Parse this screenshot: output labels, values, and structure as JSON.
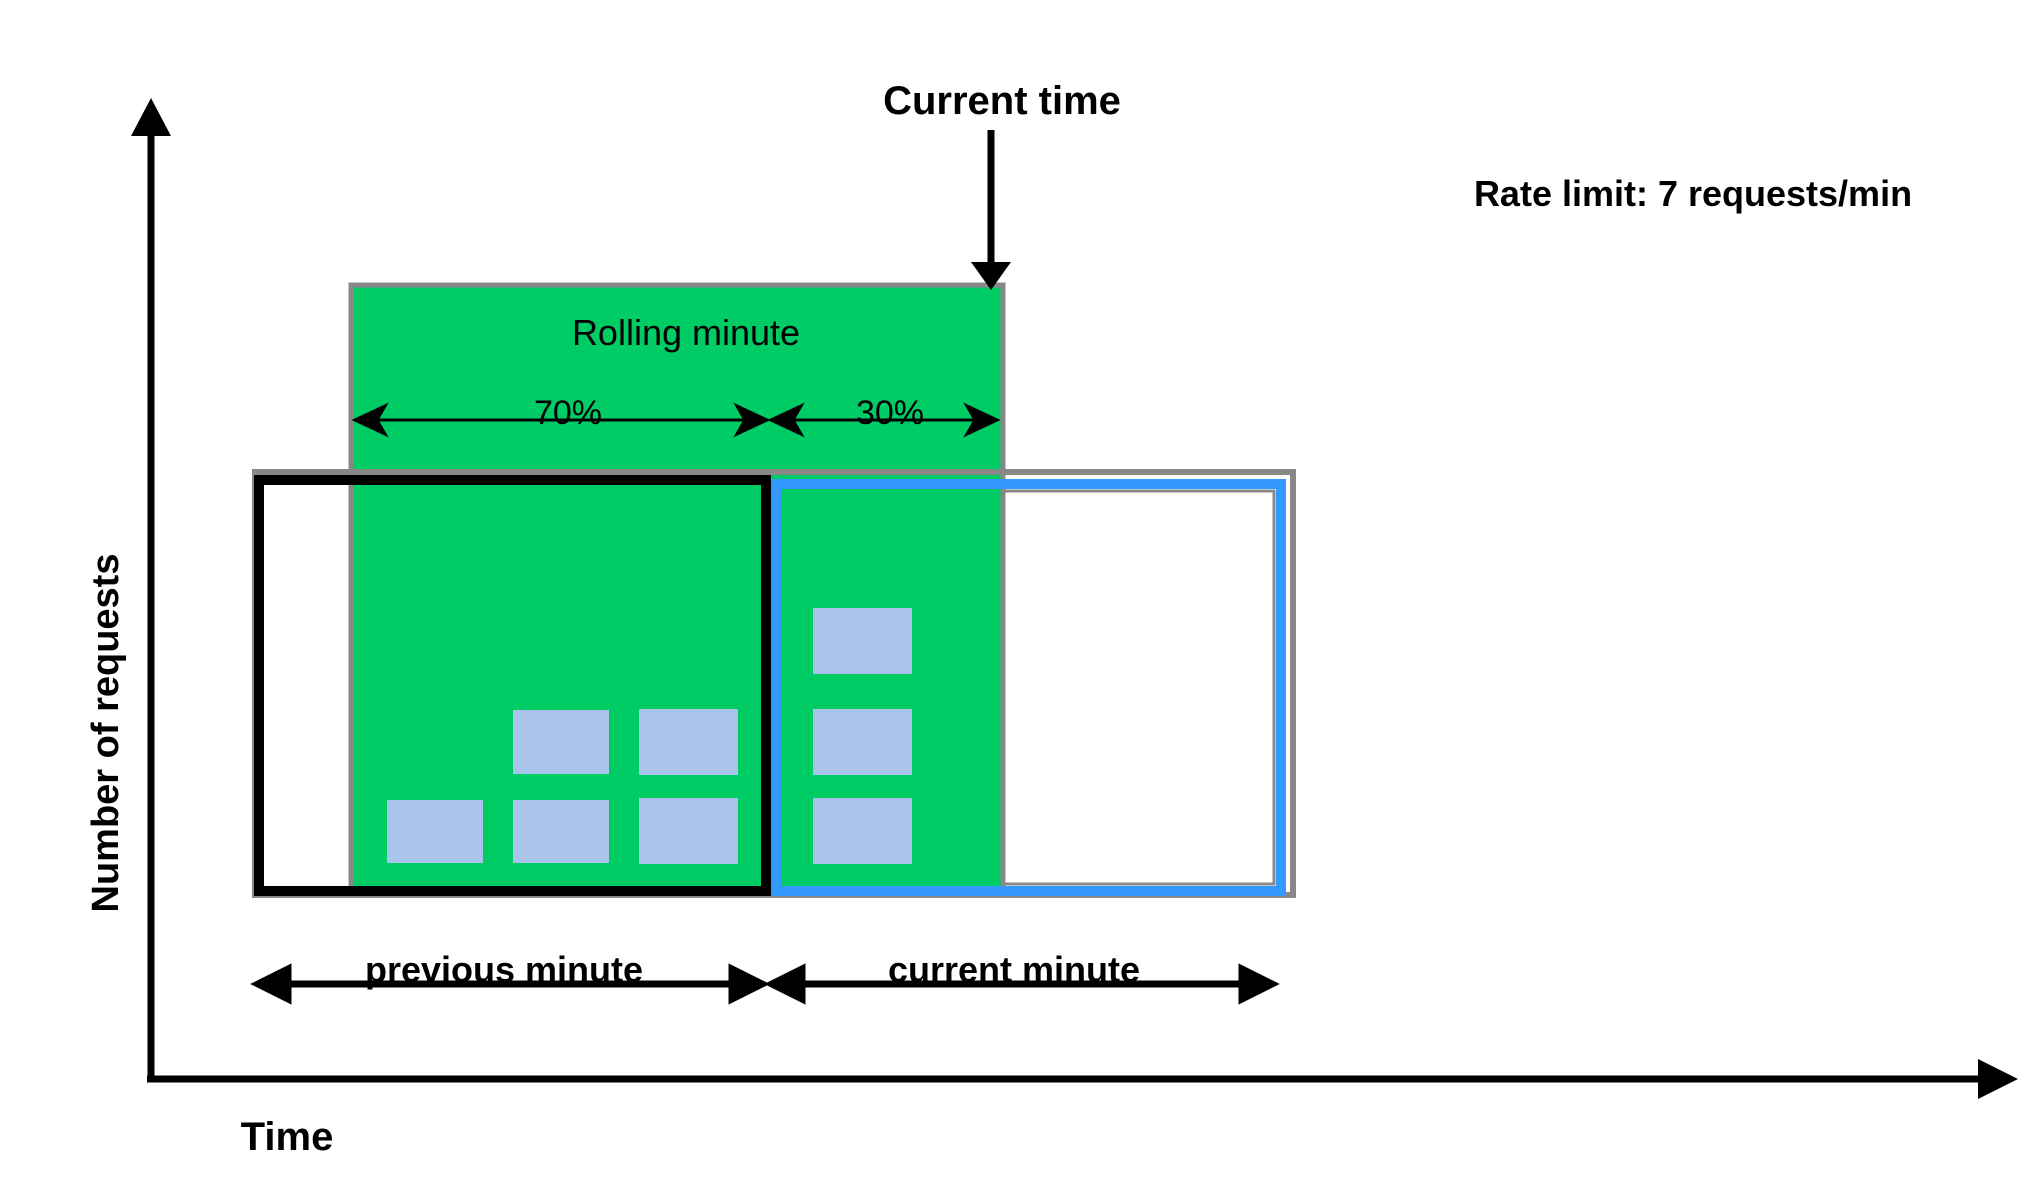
{
  "labels": {
    "current_time": "Current time",
    "rate_limit": "Rate limit: 7 requests/min",
    "rolling_minute": "Rolling minute",
    "pct_previous": "70%",
    "pct_current": "30%",
    "y_axis": "Number of requests",
    "x_axis": "Time",
    "previous_minute": "previous minute",
    "current_minute": "current minute"
  },
  "colors": {
    "rolling_window": "#00CC66",
    "request_block": "#A9C4EB",
    "current_minute_border": "#3399FF",
    "frame_border": "#888888",
    "previous_minute_border": "#000000"
  },
  "requests": {
    "previous_minute": 5,
    "current_minute": 3
  }
}
